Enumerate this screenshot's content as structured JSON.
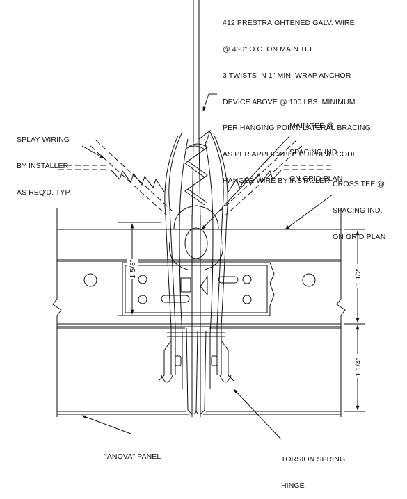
{
  "notes": {
    "hanger_wire": [
      "#12 PRESTRAIGHTENED GALV. WIRE",
      "@ 4'-0\" O.C. ON MAIN TEE",
      "3 TWISTS IN 1\" MIN. WRAP ANCHOR",
      "DEVICE ABOVE @ 100 LBS. MINIMUM",
      "PER HANGING POINT. LATERAL BRACING",
      "AS PER APPLICABLE BUILDING CODE.",
      "HANGER WIRE BY INSTALLER"
    ],
    "splay_wiring": [
      "SPLAY WIRING",
      "BY INSTALLER",
      "AS REQ'D. TYP."
    ],
    "main_tee": [
      "MAIN TEE @",
      "SPACING IND.",
      "ON GRID PLAN"
    ],
    "cross_tee": [
      "CROSS TEE @",
      "SPACING IND.",
      "ON GRID PLAN"
    ],
    "panel": [
      "\"ANOVA\" PANEL"
    ],
    "torsion_spring": [
      "TORSION SPRING",
      "HINGE"
    ]
  },
  "dimensions": {
    "main_tee_height": "1 5/8\"",
    "cross_tee_height": "1 1/2\"",
    "panel_height": "1 1/4\""
  }
}
